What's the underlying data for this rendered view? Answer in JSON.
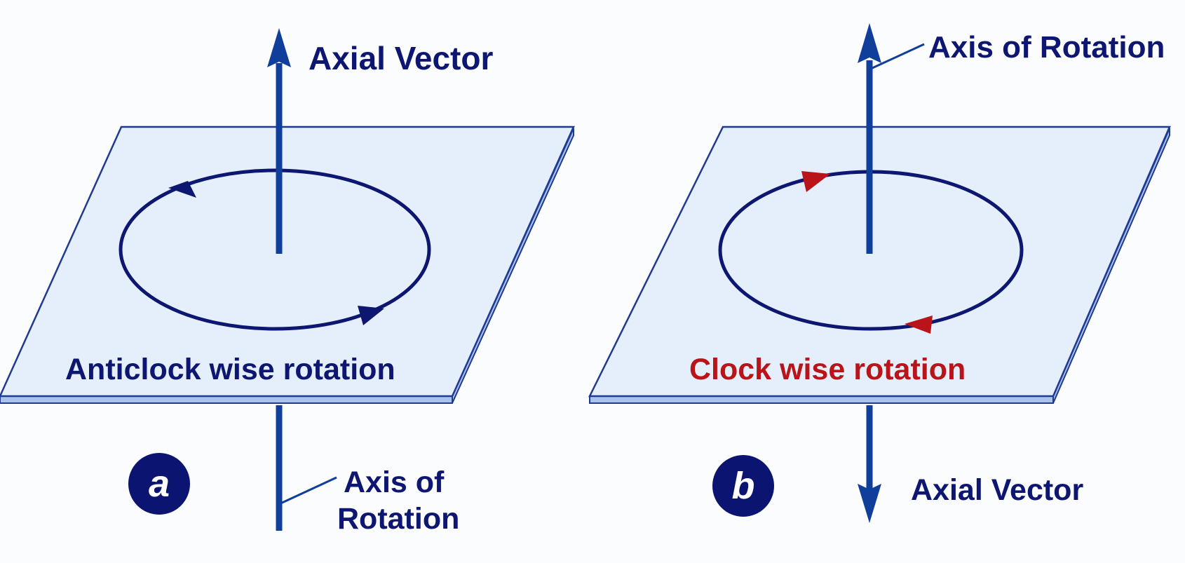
{
  "colors": {
    "navy": "#0d1670",
    "blue_axis": "#0f3f9a",
    "plane_fill": "#e4effb",
    "plane_edge": "#a9c3ec",
    "plane_outline": "#1f3a8f",
    "red": "#b8141a",
    "badge": "#0b1470"
  },
  "panel_a": {
    "badge": "a",
    "top_label": "Axial Vector",
    "rotation_label": "Anticlock wise rotation",
    "bottom_label_line1": "Axis of",
    "bottom_label_line2": "Rotation"
  },
  "panel_b": {
    "badge": "b",
    "top_label": "Axis of Rotation",
    "rotation_label": "Clock wise rotation",
    "bottom_label": "Axial Vector"
  }
}
